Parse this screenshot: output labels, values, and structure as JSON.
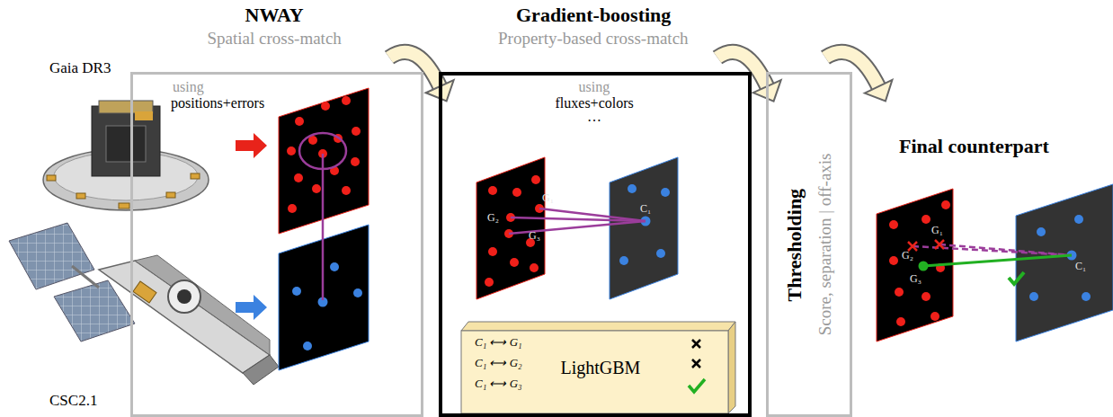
{
  "diagram": {
    "nodes": [
      {
        "text": [
          "NWAY",
          "Spatial cross-match",
          "using",
          "positions+errors"
        ]
      },
      {
        "text": [
          "Gradient-boosting",
          "Property-based cross-match",
          "using",
          "fluxes+colors",
          "…"
        ]
      },
      {
        "text": [
          "C₁ ⟷ G₁",
          "C₁ ⟷ G₂",
          "C₁ ⟷ G₃",
          "LightGBM"
        ],
        "in": 1
      },
      {
        "text": [
          "Thresholding",
          "Score, separation | off-axis"
        ]
      }
    ],
    "edges": [
      {
        "from": 0,
        "to": 1,
        "arrow": "to"
      },
      {
        "from": 1,
        "to": 3,
        "arrow": "to"
      }
    ],
    "labels": [
      "Gaia DR3",
      "CSC2.1",
      "G₁",
      "G₂",
      "G₃",
      "C₁",
      "Final counterpart",
      "G₂",
      "G₁",
      "G₃",
      "C₁",
      "C₁ ⟷ G₃"
    ]
  }
}
